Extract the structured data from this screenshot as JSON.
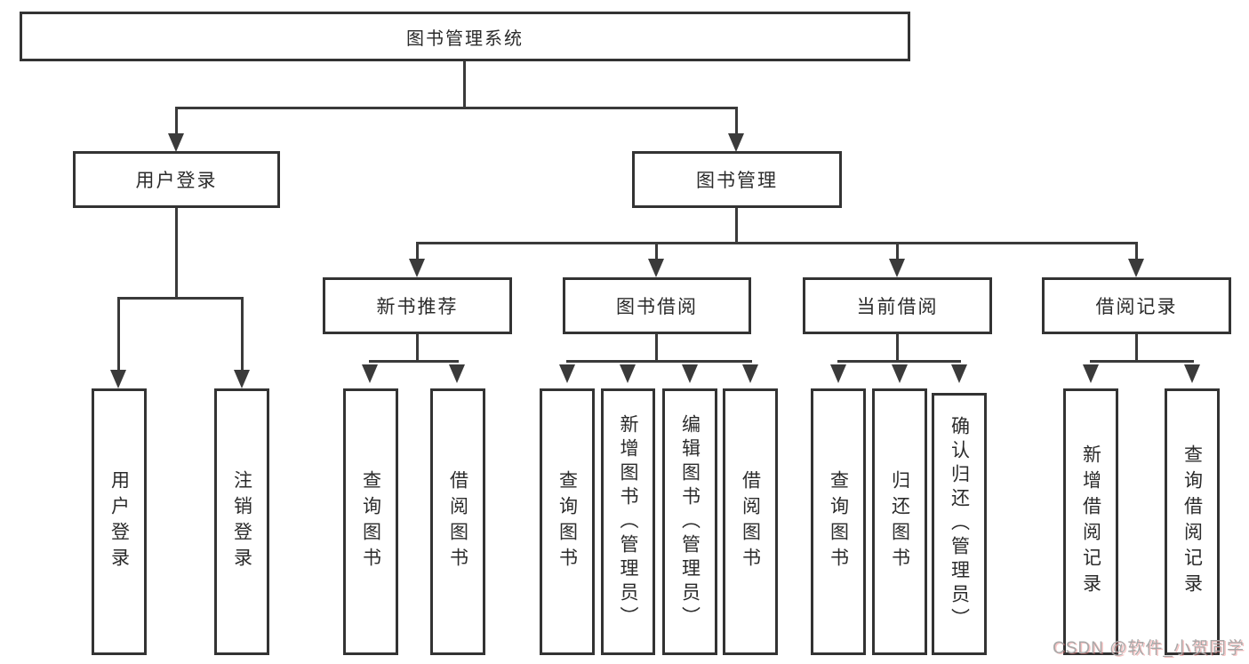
{
  "diagram": {
    "type": "tree",
    "root": {
      "label": "图书管理系统"
    },
    "level2": [
      {
        "label": "用户登录",
        "children": [
          {
            "label": "用户登录"
          },
          {
            "label": "注销登录"
          }
        ]
      },
      {
        "label": "图书管理",
        "children": [
          {
            "label": "新书推荐",
            "children": [
              {
                "label": "查询图书"
              },
              {
                "label": "借阅图书"
              }
            ]
          },
          {
            "label": "图书借阅",
            "children": [
              {
                "label": "查询图书"
              },
              {
                "label": "新增图书（管理员）"
              },
              {
                "label": "编辑图书（管理员）"
              },
              {
                "label": "借阅图书"
              }
            ]
          },
          {
            "label": "当前借阅",
            "children": [
              {
                "label": "查询图书"
              },
              {
                "label": "归还图书"
              },
              {
                "label": "确认归还（管理员）"
              }
            ]
          },
          {
            "label": "借阅记录",
            "children": [
              {
                "label": "新增借阅记录"
              },
              {
                "label": "查询借阅记录"
              }
            ]
          }
        ]
      }
    ]
  },
  "watermark": {
    "text": "CSDN @软件_小贺同学"
  },
  "colors": {
    "line": "#3a3a3a",
    "box_border": "#333333",
    "box_fill": "#ffffff",
    "text": "#2b2b2b",
    "watermark_gray": "#a8a8a8",
    "watermark_red_tint": "#eb7878",
    "background": "#ffffff"
  }
}
